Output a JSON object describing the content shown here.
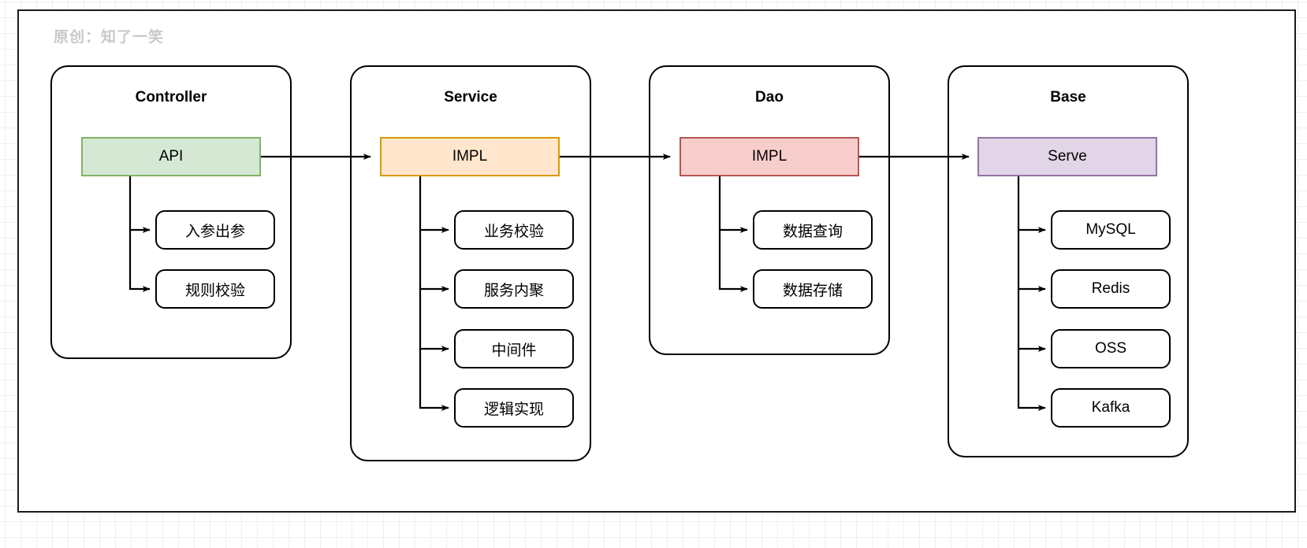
{
  "watermark": "原创：知了一笑",
  "diagram": {
    "type": "layered-architecture-flow",
    "layers": [
      {
        "id": "controller",
        "title": "Controller",
        "head": {
          "label": "API",
          "fill": "#d5e8d4",
          "stroke": "#82b366"
        },
        "children": [
          {
            "label": "入参出参"
          },
          {
            "label": "规则校验"
          }
        ]
      },
      {
        "id": "service",
        "title": "Service",
        "head": {
          "label": "IMPL",
          "fill": "#ffe6cc",
          "stroke": "#d79b00"
        },
        "children": [
          {
            "label": "业务校验"
          },
          {
            "label": "服务内聚"
          },
          {
            "label": "中间件"
          },
          {
            "label": "逻辑实现"
          }
        ]
      },
      {
        "id": "dao",
        "title": "Dao",
        "head": {
          "label": "IMPL",
          "fill": "#f8cecc",
          "stroke": "#b85450"
        },
        "children": [
          {
            "label": "数据查询"
          },
          {
            "label": "数据存储"
          }
        ]
      },
      {
        "id": "base",
        "title": "Base",
        "head": {
          "label": "Serve",
          "fill": "#e1d5e7",
          "stroke": "#9673a6"
        },
        "children": [
          {
            "label": "MySQL"
          },
          {
            "label": "Redis"
          },
          {
            "label": "OSS"
          },
          {
            "label": "Kafka"
          }
        ]
      }
    ],
    "flow": [
      {
        "from": "controller",
        "to": "service"
      },
      {
        "from": "service",
        "to": "dao"
      },
      {
        "from": "dao",
        "to": "base"
      }
    ],
    "colors": {
      "edge": "#000000",
      "container_border": "#000000",
      "background": "#ffffff",
      "grid": "#f0f0f0",
      "watermark_text": "#c9c9c9",
      "frame_border": "#1a1a1a"
    }
  }
}
